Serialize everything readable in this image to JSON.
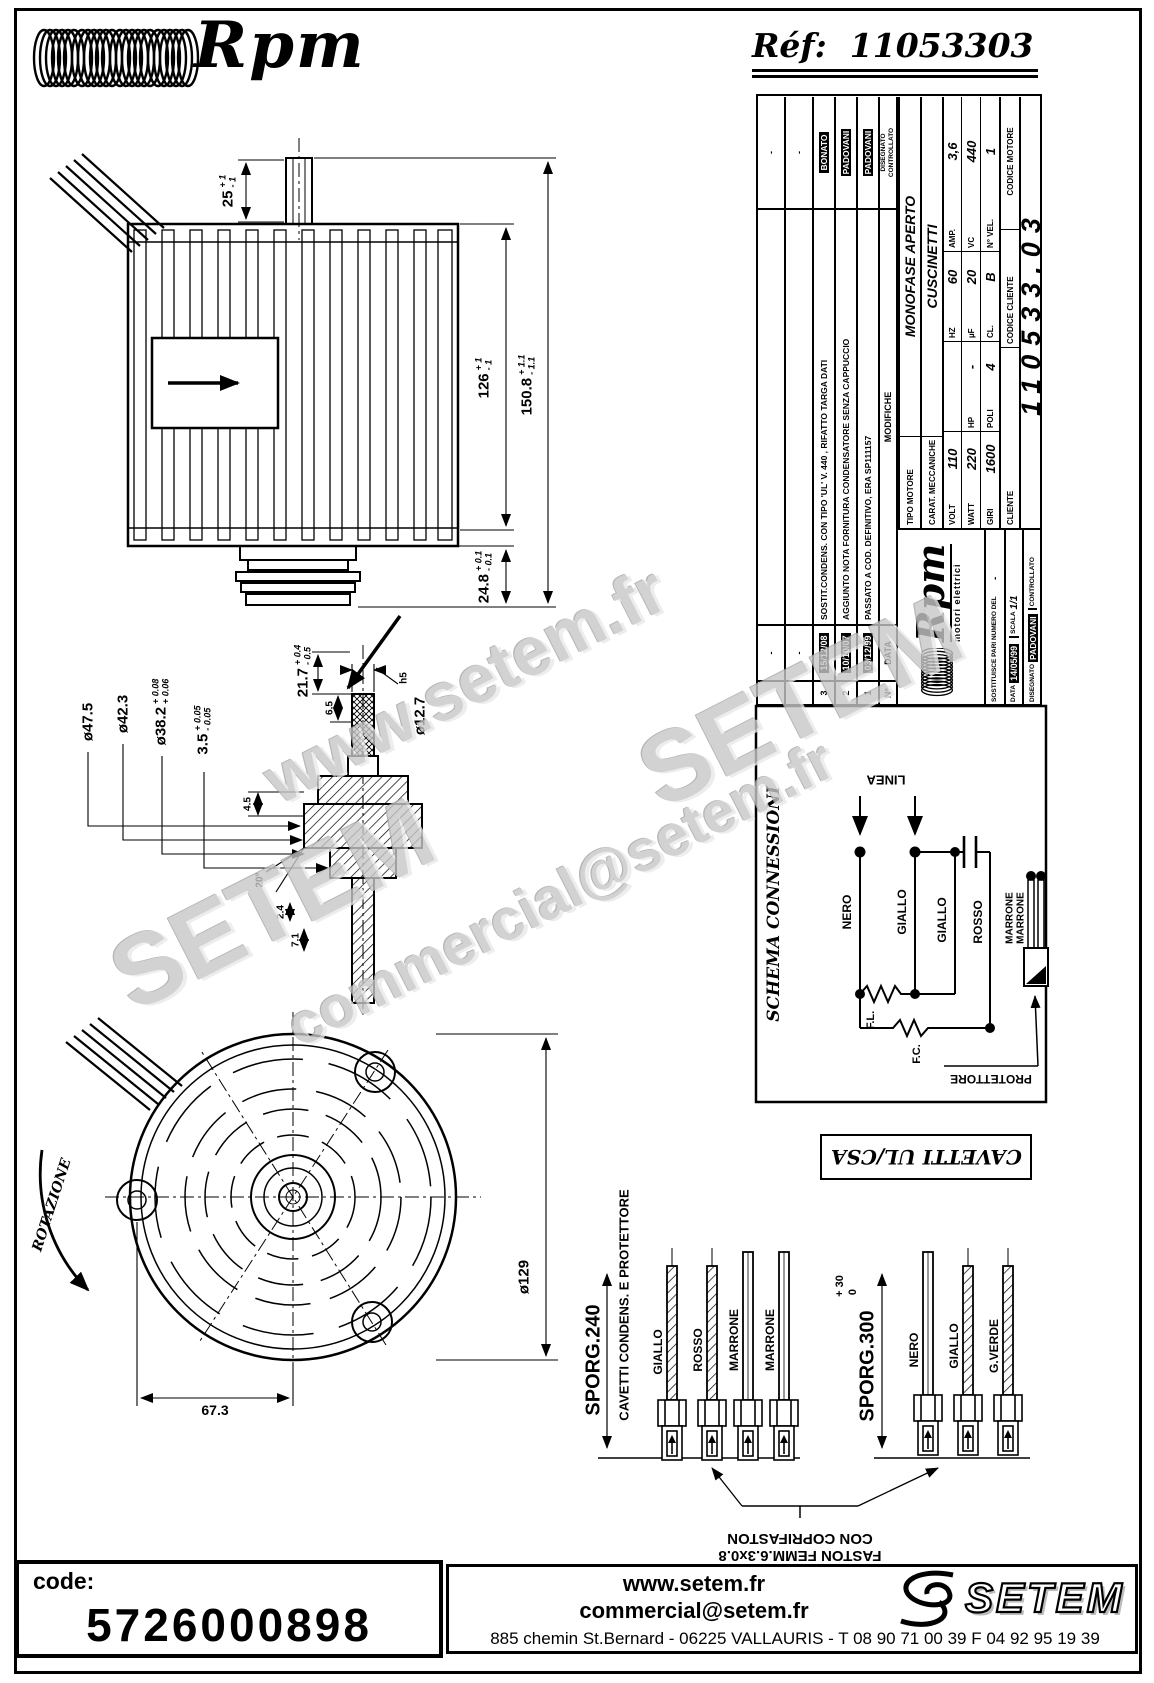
{
  "header": {
    "brand": "Rpm",
    "ref_label": "Réf:",
    "ref_number": "11053303"
  },
  "watermarks": {
    "w1": "www.setem.fr",
    "w2": "SETEM",
    "w3": "SETEM",
    "w4": "commercial@setem.fr"
  },
  "dims": {
    "d25": "25",
    "d25p": "+ 1",
    "d25m": "- 1",
    "d126": "126",
    "d126p": "+ 1",
    "d126m": "- 1",
    "d1508": "150.8",
    "d1508p": "+ 1.1",
    "d1508m": "- 1.1",
    "d248": "24.8",
    "d248p": "+ 0.1",
    "d248m": "- 0.1",
    "d475": "ø47.5",
    "d423": "ø42.3",
    "d382": "ø38.2",
    "d382p": "+ 0.08",
    "d382m": "+ 0.06",
    "d35": "3.5",
    "d35p": "+ 0.05",
    "d35m": "- 0.05",
    "d217": "21.7",
    "d217p": "+ 0.4",
    "d217m": "- 0.5",
    "d65": "6.5",
    "dh5": "h5",
    "d127": "ø12.7",
    "dang": "20°",
    "d24": "2.4",
    "d71": "7.1",
    "d45": "4.5",
    "d129": "ø129",
    "d673": "67.3"
  },
  "front_view": {
    "rotazione": "ROTAZIONE"
  },
  "title_block": {
    "revisions": {
      "col_num": "N°",
      "col_data": "DATA",
      "col_modifiche": "MODIFICHE",
      "col_disegnato": "DISEGNATO",
      "col_controllato": "CONTROLLATO",
      "rows": [
        {
          "num": "",
          "date": "-",
          "desc": "",
          "sign": "-"
        },
        {
          "num": "",
          "date": "-",
          "desc": "",
          "sign": "-"
        },
        {
          "num": "3",
          "date": "15/12/08",
          "desc": "SOSTIT.CONDENS. CON TIPO 'UL' V. 440 , RIFATTO TARGA DATI",
          "sign": "BONATO"
        },
        {
          "num": "2",
          "date": "10/10/07",
          "desc": "AGGIUNTO NOTA FORNITURA CONDENSATORE SENZA CAPPUCCIO",
          "sign": "PADOVANI"
        },
        {
          "num": "1",
          "date": "03/12/99",
          "desc": "PASSATO A COD. DEFINITIVO, ERA SP111157",
          "sign": "PADOVANI"
        }
      ]
    },
    "tipo_label": "TIPO MOTORE",
    "tipo_value": "MONOFASE APERTO",
    "carat_label": "CARAT. MECCANICHE",
    "carat_value": "CUSCINETTI",
    "specs": {
      "volt_l": "VOLT",
      "volt_v": "110",
      "hz_l": "HZ",
      "hz_v": "60",
      "amp_l": "AMP.",
      "amp_v": "3,6",
      "watt_l": "WATT",
      "watt_v": "220",
      "hp_l": "HP",
      "hp_v": "-",
      "uf_l": "µF",
      "uf_v": "20",
      "vc_l": "VC",
      "vc_v": "440",
      "giri_l": "GIRI",
      "giri_v": "1600",
      "poli_l": "POLI",
      "poli_v": "4",
      "cl_l": "CL.",
      "cl_v": "B",
      "nvel_l": "N° VEL.",
      "nvel_v": "1"
    },
    "cliente_label": "CLIENTE",
    "codice_cliente_label": "CODICE CLIENTE",
    "codice_motore_label": "CODICE MOTORE",
    "codice_motore_value": "110533.03",
    "logo_text": "Rpm",
    "logo_sub": "motori elettrici",
    "sostituisce_label": "SOSTITUISCE PARI NUMERO DEL",
    "sostituisce_value": "-",
    "data_label": "DATA",
    "data_value": "14/05/99",
    "scala_label": "SCALA",
    "scala_value": "1/1",
    "disegnato_label": "DISEGNATO",
    "disegnato_value": "PADOVANI",
    "controllato_label": "CONTROLLATO",
    "controllato_value": ""
  },
  "schema": {
    "title": "SCHEMA CONNESSIONI",
    "linea": "LINEA",
    "wire1": "NERO",
    "wire2": "GIALLO",
    "wire3": "GIALLO",
    "wire4": "ROSSO",
    "marrone_a": "MARRONE",
    "marrone_b": "MARRONE",
    "fl": "F.L.",
    "fc": "F.C.",
    "protettore": "PROTETTORE"
  },
  "cavetti_box": {
    "label": "CAVETTI UL/CSA"
  },
  "cables": {
    "sporg1": "SPORG.240",
    "sporg1_sub": "CAVETTI CONDENS. E PROTETTORE",
    "group1": [
      "GIALLO",
      "ROSSO",
      "MARRONE",
      "MARRONE"
    ],
    "sporg2": "SPORG.300",
    "sporg2_tol_plus": "+ 30",
    "sporg2_tol_minus": "0",
    "group2": [
      "NERO",
      "GIALLO",
      "G.VERDE"
    ],
    "faston_line1": "FASTON FEMM.6.3x0.8",
    "faston_line2": "CON COPRIFASTON"
  },
  "footer": {
    "code_label": "code:",
    "code_value": "5726000898",
    "website": "www.setem.fr",
    "email": "commercial@setem.fr",
    "address": "885 chemin St.Bernard  -  06225 VALLAURIS  -  T 08 90 71 00 39   F 04 92 95 19 39",
    "logo_text": "SETEM"
  }
}
